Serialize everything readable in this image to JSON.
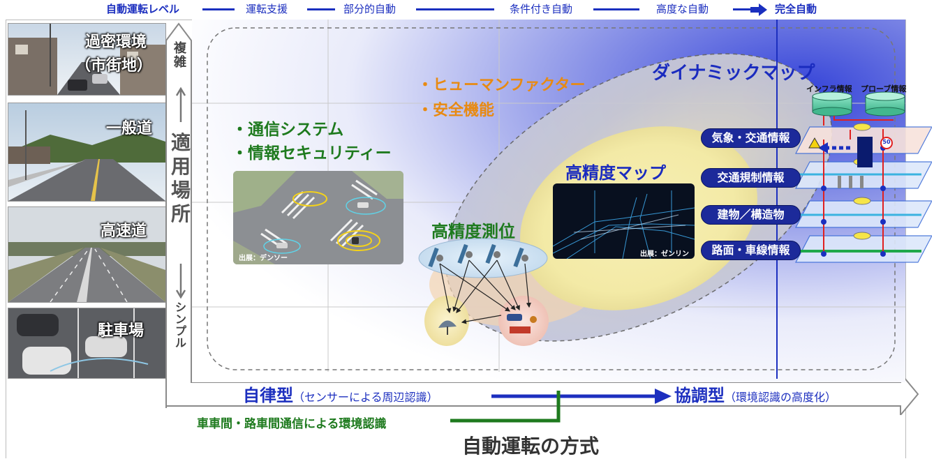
{
  "levels": {
    "title": "自動運転レベル",
    "l1": "運転支援",
    "l2": "部分的自動",
    "l3": "条件付き自動",
    "l4": "高度な自動",
    "l5": "完全自動"
  },
  "environments": [
    {
      "label_line1": "過密環境",
      "label_line2": "（市街地）"
    },
    {
      "label": "一般道"
    },
    {
      "label": "高速道"
    },
    {
      "label": "駐車場"
    }
  ],
  "vertical_axis": {
    "top": "複雑",
    "middle": "適用場所",
    "bottom": "シンプル"
  },
  "labels": {
    "comm_line1": "・通信システム",
    "comm_line2": "・情報セキュリティー",
    "hf_line1": "・ヒューマンファクター",
    "hf_line2": "・安全機能",
    "dynamic_map": "ダイナミックマップ",
    "hd_map": "高精度マップ",
    "positioning": "高精度測位",
    "credit_denso": "出展：デンソー",
    "credit_zenrin": "出展：ゼンリン"
  },
  "dynamic_map": {
    "sources": [
      "インフラ情報",
      "プローブ情報"
    ],
    "layers": [
      "気象・交通情報",
      "交通規制情報",
      "建物／構造物",
      "路面・車線情報"
    ],
    "speed_sign": "50"
  },
  "bottom": {
    "autonomous": "自律型",
    "autonomous_note": "（センサーによる周辺認識）",
    "cooperative": "協調型",
    "cooperative_note": "（環境認識の高度化）",
    "v2x": "車車間・路車間通信による環境認識",
    "title": "自動運転の方式"
  },
  "colors": {
    "blue": "#1c2fbf",
    "green": "#1e7a1e",
    "orange": "#e88a12",
    "navy": "#1c2a9a"
  }
}
